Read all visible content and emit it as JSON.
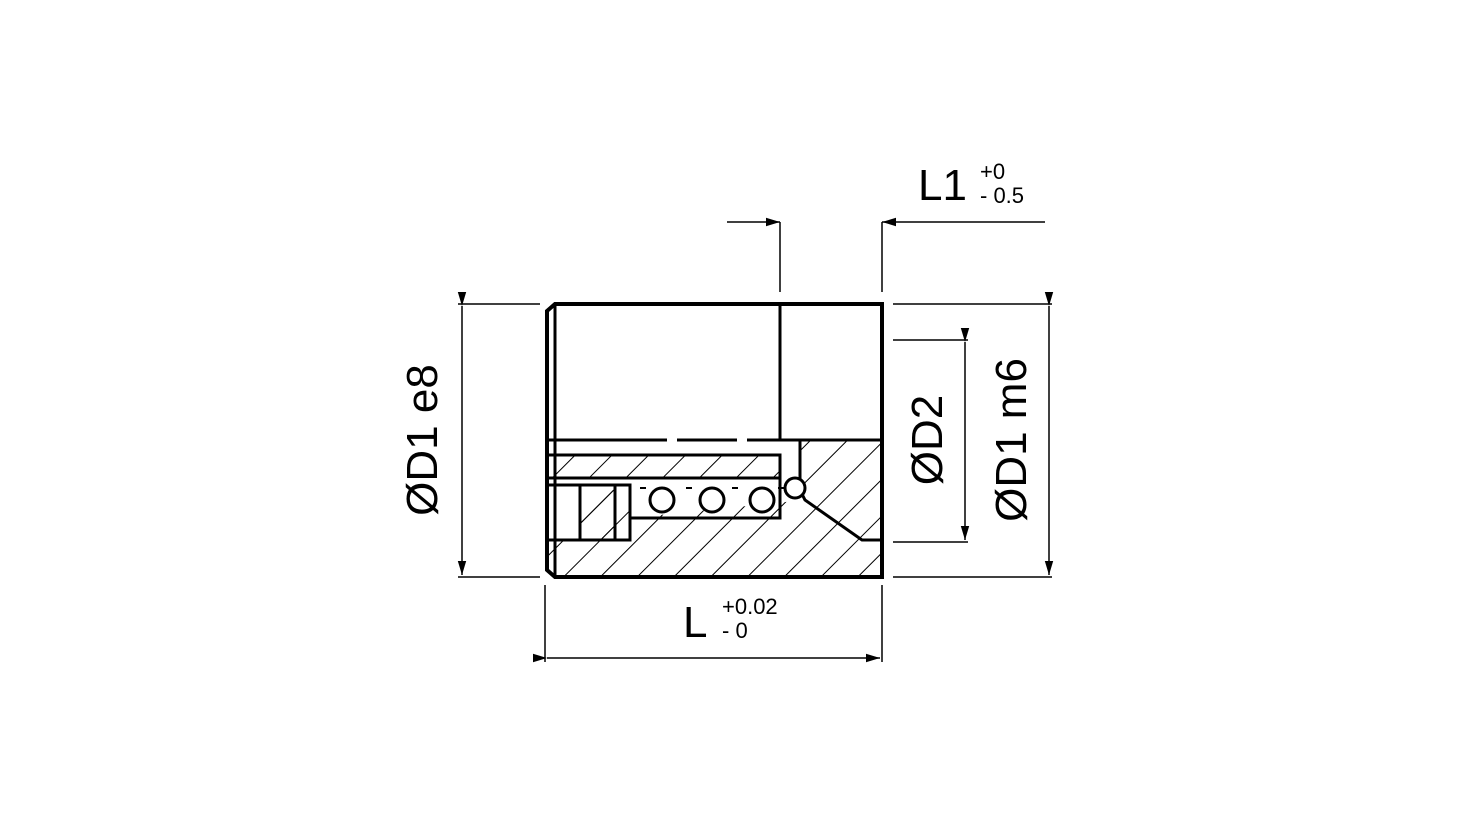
{
  "dimensions": {
    "l1": {
      "label": "L1",
      "tol_upper": "+0",
      "tol_lower": "- 0.5"
    },
    "l": {
      "label": "L",
      "tol_upper": "+0.02",
      "tol_lower": "- 0"
    },
    "d1_e8": {
      "label": "ØD1 e8"
    },
    "d2": {
      "label": "ØD2"
    },
    "d1_m6": {
      "label": "ØD1 m6"
    }
  },
  "colors": {
    "line": "#000000",
    "background": "#ffffff"
  }
}
